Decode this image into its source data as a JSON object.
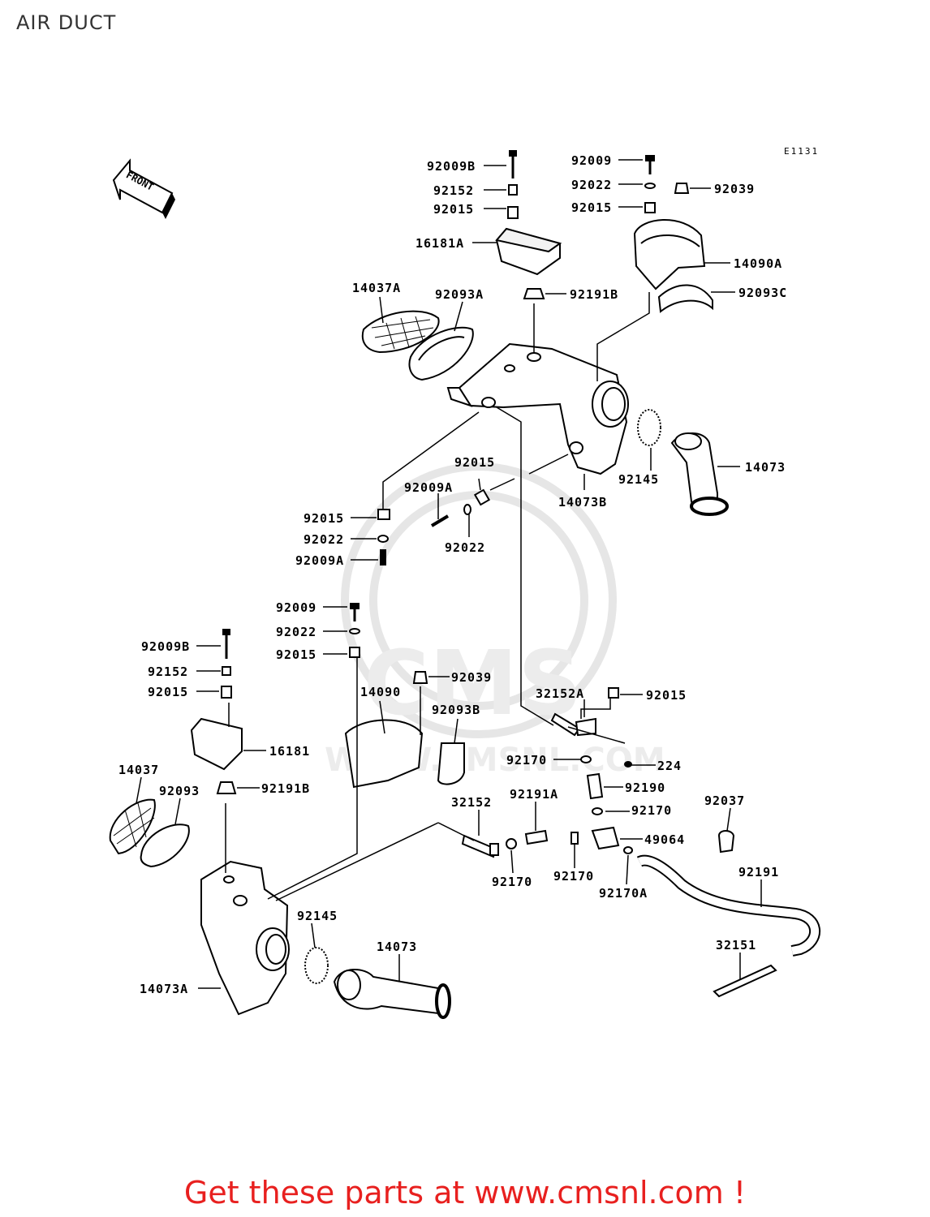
{
  "title": "AIR DUCT",
  "diagram_code": "E1131",
  "front_arrow_label": "FRONT",
  "watermark": {
    "brand": "CMS",
    "site": "WWW.CMSNL.COM"
  },
  "footer": "Get these parts at www.cmsnl.com !",
  "part_labels": {
    "p1": "92009B",
    "p2": "92152",
    "p3": "92015",
    "p4": "16181A",
    "p5": "14037A",
    "p6": "92093A",
    "p7": "92191B",
    "p8": "92009",
    "p9": "92022",
    "p10": "92039",
    "p11": "92015",
    "p12": "14090A",
    "p13": "92093C",
    "p14": "92145",
    "p15": "14073",
    "p16": "14073B",
    "p17": "92015",
    "p18": "92009A",
    "p19": "92015",
    "p20": "92022",
    "p21": "92022",
    "p22": "92009A",
    "p23": "92009",
    "p24": "92022",
    "p25": "92015",
    "p26": "92009B",
    "p27": "92152",
    "p28": "92015",
    "p29": "14090",
    "p30": "92039",
    "p31": "32152A",
    "p32": "92015",
    "p33": "92093B",
    "p34": "16181",
    "p35": "14037",
    "p36": "92093",
    "p37": "92191B",
    "p38": "92170",
    "p39": "224",
    "p40": "92190",
    "p41": "32152",
    "p42": "92191A",
    "p43": "92170",
    "p44": "92037",
    "p45": "49064",
    "p46": "92170",
    "p47": "92170",
    "p48": "92170A",
    "p49": "92191",
    "p50": "92145",
    "p51": "14073",
    "p52": "32151",
    "p53": "14073A"
  }
}
